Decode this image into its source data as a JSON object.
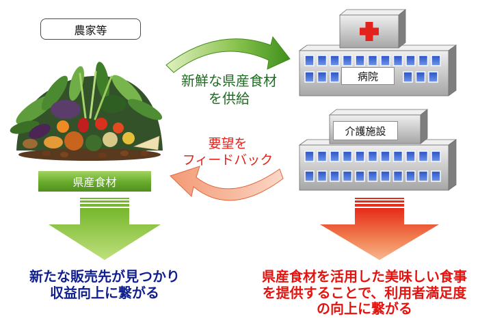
{
  "producer": {
    "label": "農家等"
  },
  "ingredients": {
    "label": "県産食材"
  },
  "supply": {
    "lines": [
      "新鮮な県産食材",
      "を供給"
    ]
  },
  "feedback": {
    "lines": [
      "要望を",
      "フィードバック"
    ]
  },
  "hospital": {
    "label": "病院",
    "icon": "red-cross-icon"
  },
  "care_facility": {
    "label": "介護施設"
  },
  "producer_outcome": {
    "lines": [
      "新たな販売先が見つかり",
      "収益向上に繋がる"
    ]
  },
  "facility_outcome": {
    "lines": [
      "県産食材を活用した美味しい食事",
      "を提供することで、利用者満足度",
      "の向上に繋がる"
    ]
  },
  "colors": {
    "supply_text": "#1f6b21",
    "feedback_text": "#e3231b",
    "producer_outcome_text": "#101f8e",
    "facility_outcome_text": "#e3140f",
    "hospital_cross": "#e3231b"
  }
}
